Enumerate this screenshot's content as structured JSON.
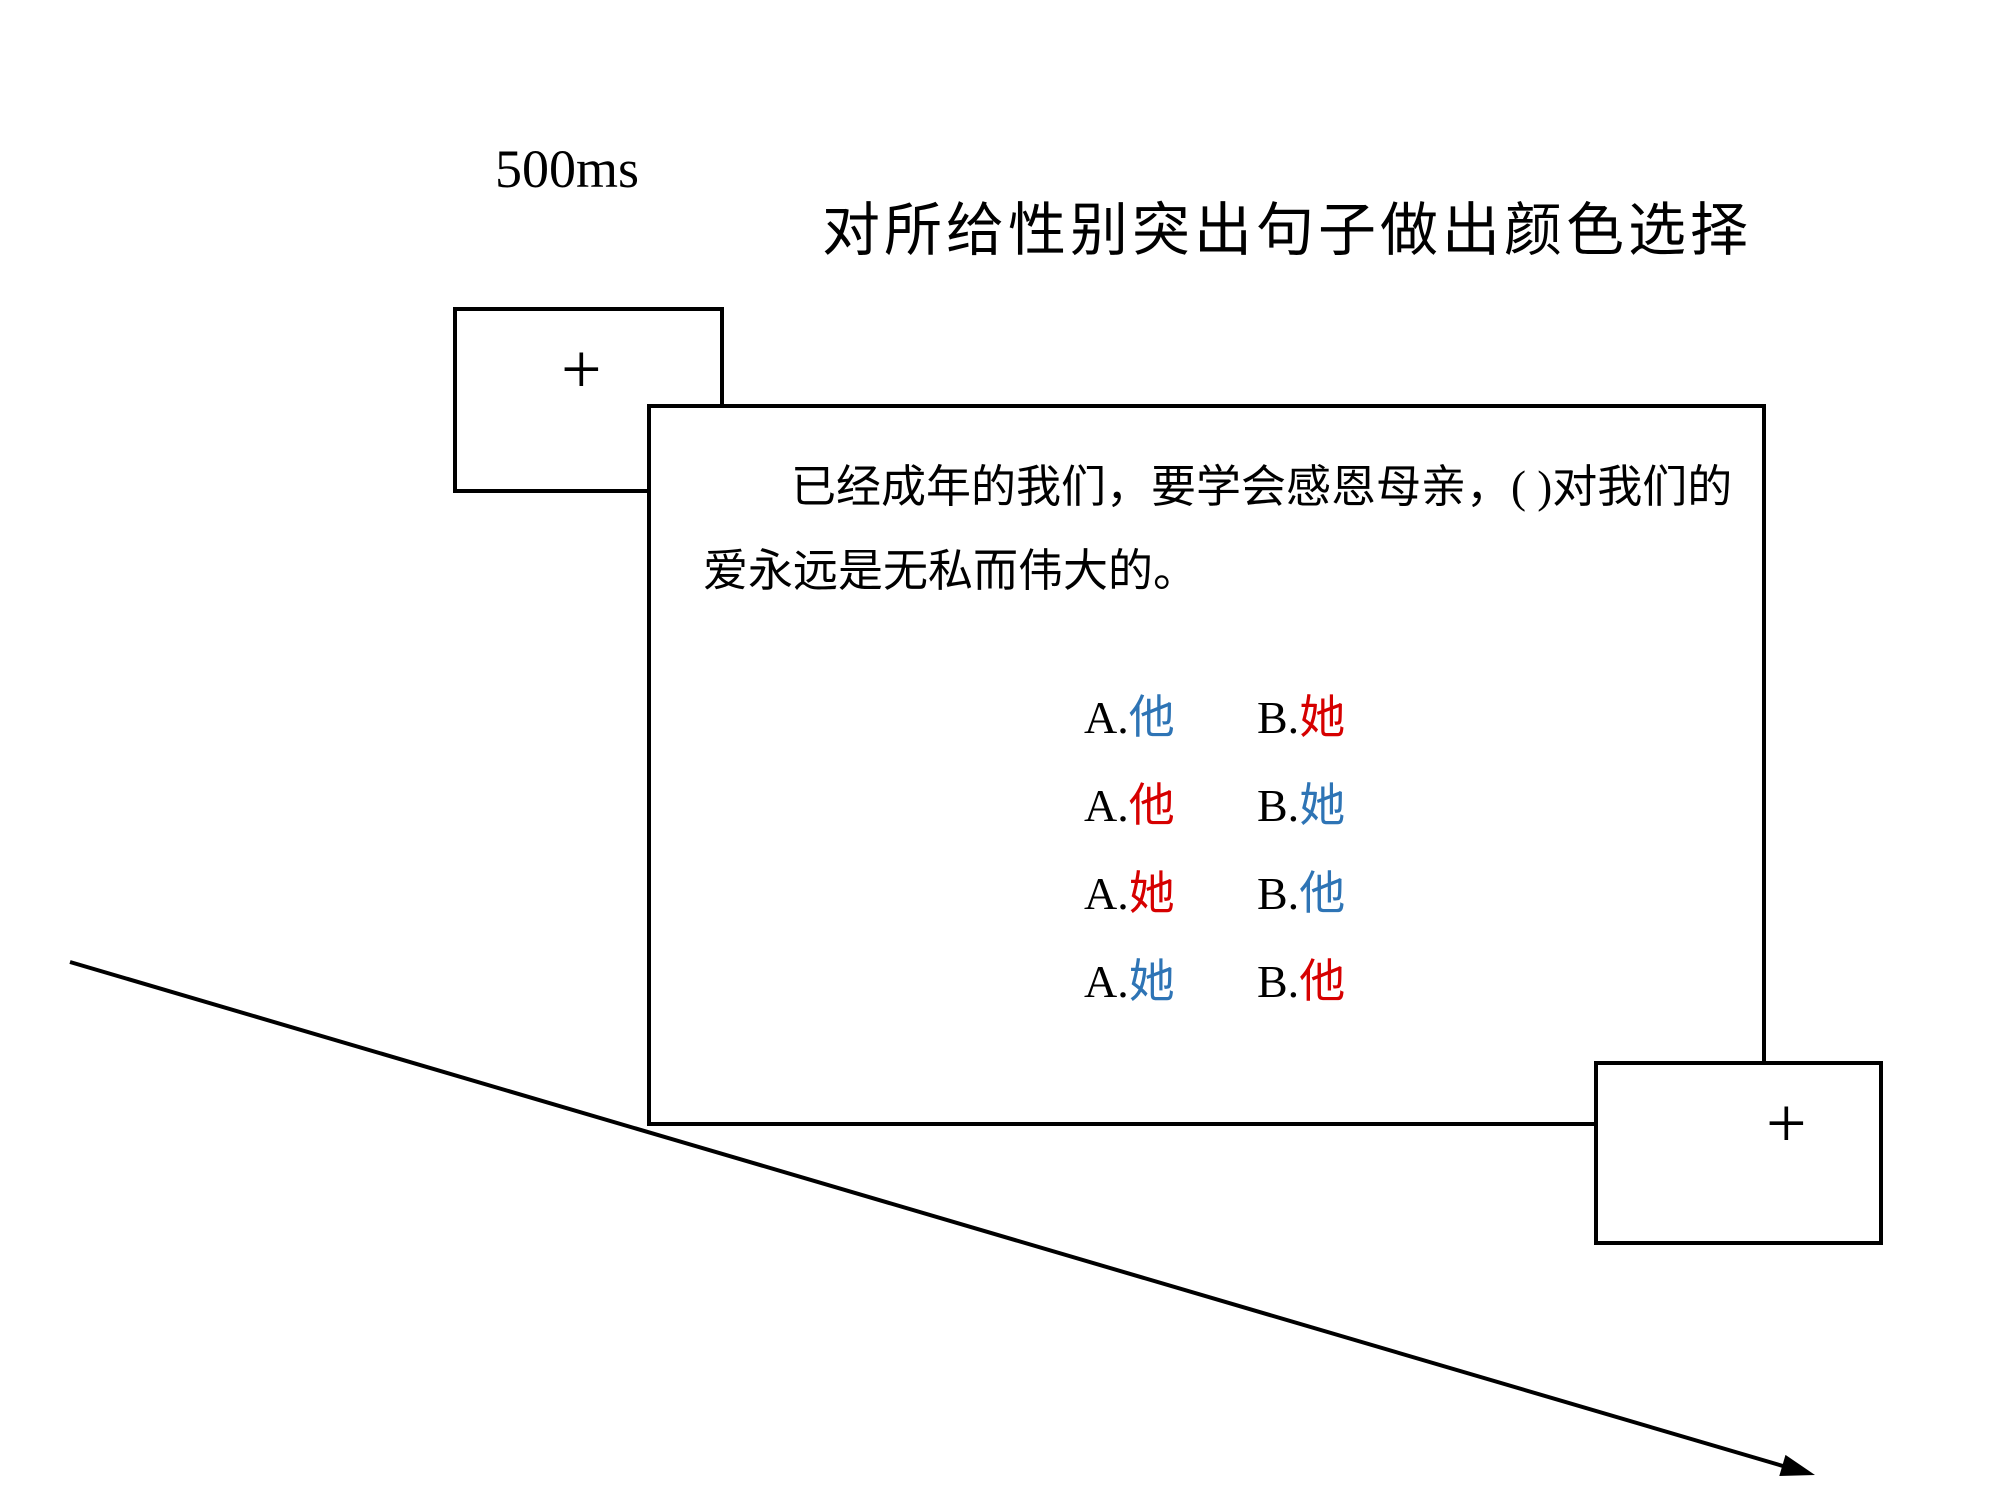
{
  "header": {
    "duration_label": "500ms",
    "task_title": "对所给性别突出句子做出颜色选择"
  },
  "fixation": {
    "cross": "+"
  },
  "stimulus": {
    "sentence_line1": "已经成年的我们，要学会感恩母亲，( )对我们的",
    "sentence_line2": "爱永远是无私而伟大的。",
    "options": [
      {
        "a_label": "A.",
        "a_char": "他",
        "a_color": "blue",
        "b_label": "B.",
        "b_char": "她",
        "b_color": "red"
      },
      {
        "a_label": "A.",
        "a_char": "他",
        "a_color": "red",
        "b_label": "B.",
        "b_char": "她",
        "b_color": "blue"
      },
      {
        "a_label": "A.",
        "a_char": "她",
        "a_color": "red",
        "b_label": "B.",
        "b_char": "他",
        "b_color": "blue"
      },
      {
        "a_label": "A.",
        "a_char": "她",
        "a_color": "blue",
        "b_label": "B.",
        "b_char": "他",
        "b_color": "red"
      }
    ]
  },
  "colors": {
    "blue": "#2e74b5",
    "red": "#d60000",
    "ink": "#000000"
  }
}
